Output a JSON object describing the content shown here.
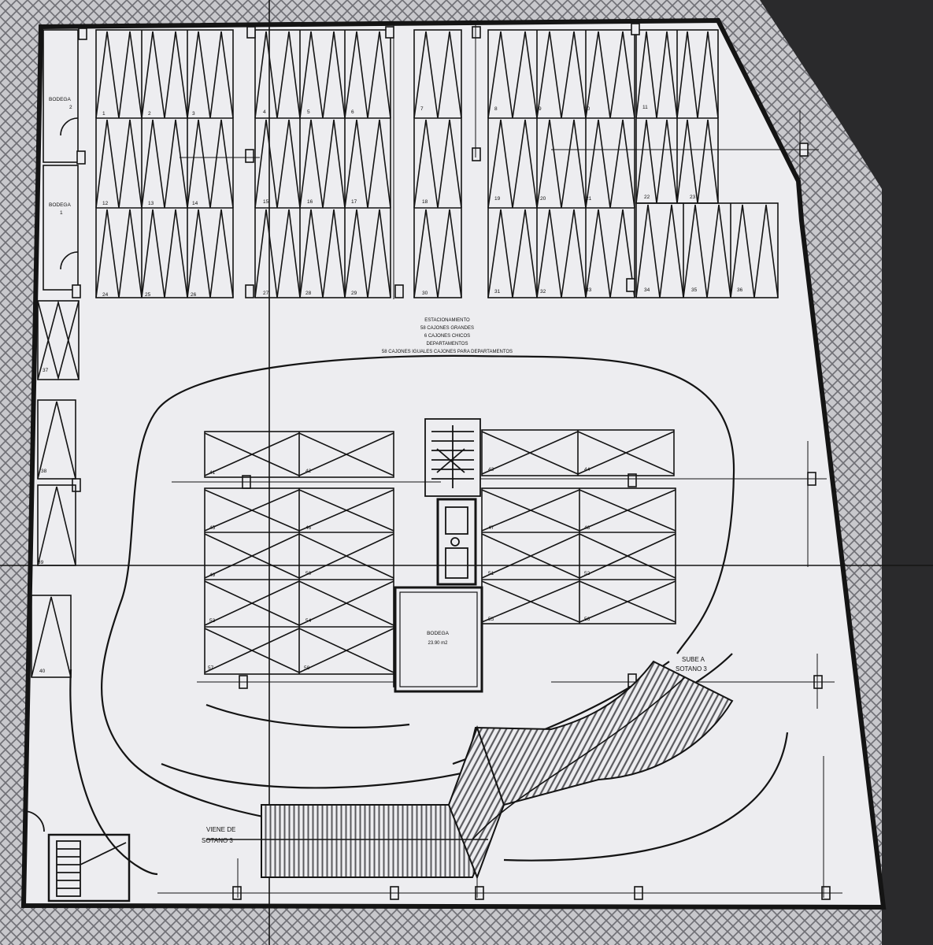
{
  "colors": {
    "paper": "#ededf0",
    "ink": "#141414",
    "hatch_light": "#c8c8cc",
    "hatch_dark": "#6f6f75",
    "dark_band": "#2a2a2c",
    "stripe": "#5a5a5e"
  },
  "bodegas": {
    "b2": [
      "BODEGA",
      "2"
    ],
    "b1": [
      "BODEGA",
      "1"
    ],
    "central": [
      "BODEGA",
      "23.90 m2"
    ]
  },
  "summary": {
    "lines": [
      "ESTACIONAMIENTO",
      "58 CAJONES GRANDES",
      "6 CAJONES CHICOS",
      "DEPARTAMENTOS",
      "58 CAJONES IGUALES CAJONES PARA DEPARTAMENTOS"
    ]
  },
  "ramps": {
    "up_label": [
      "SUBE A",
      "SOTANO 3"
    ],
    "from_label": [
      "VIENE DE",
      "SOTANO 3"
    ]
  },
  "spaces": {
    "s1": "1",
    "s2": "2",
    "s3": "3",
    "s4": "4",
    "s5": "5",
    "s6": "6",
    "s7": "7",
    "s8": "8",
    "s9": "9",
    "s10": "10",
    "s11": "11",
    "s12": "12",
    "s13": "13",
    "s14": "14",
    "s15": "15",
    "s16": "16",
    "s17": "17",
    "s18": "18",
    "s19": "19",
    "s20": "20",
    "s21": "21",
    "s22": "22",
    "s23": "23",
    "s24": "24",
    "s25": "25",
    "s26": "26",
    "s27": "27",
    "s28": "28",
    "s29": "29",
    "s30": "30",
    "s31": "31",
    "s32": "32",
    "s33": "33",
    "s34": "34",
    "s35": "35",
    "s36": "36",
    "s37": "37",
    "s38": "38",
    "s39": "39",
    "s40": "40",
    "s41": "41",
    "s42": "42",
    "s43": "43",
    "s44": "44",
    "s45": "45",
    "s46": "46",
    "s47": "47",
    "s48": "48",
    "s49": "49",
    "s50": "50",
    "s51": "51",
    "s52": "52",
    "s53": "53",
    "s54": "54",
    "s55": "55",
    "s56": "56",
    "s57": "57",
    "s58": "58"
  }
}
